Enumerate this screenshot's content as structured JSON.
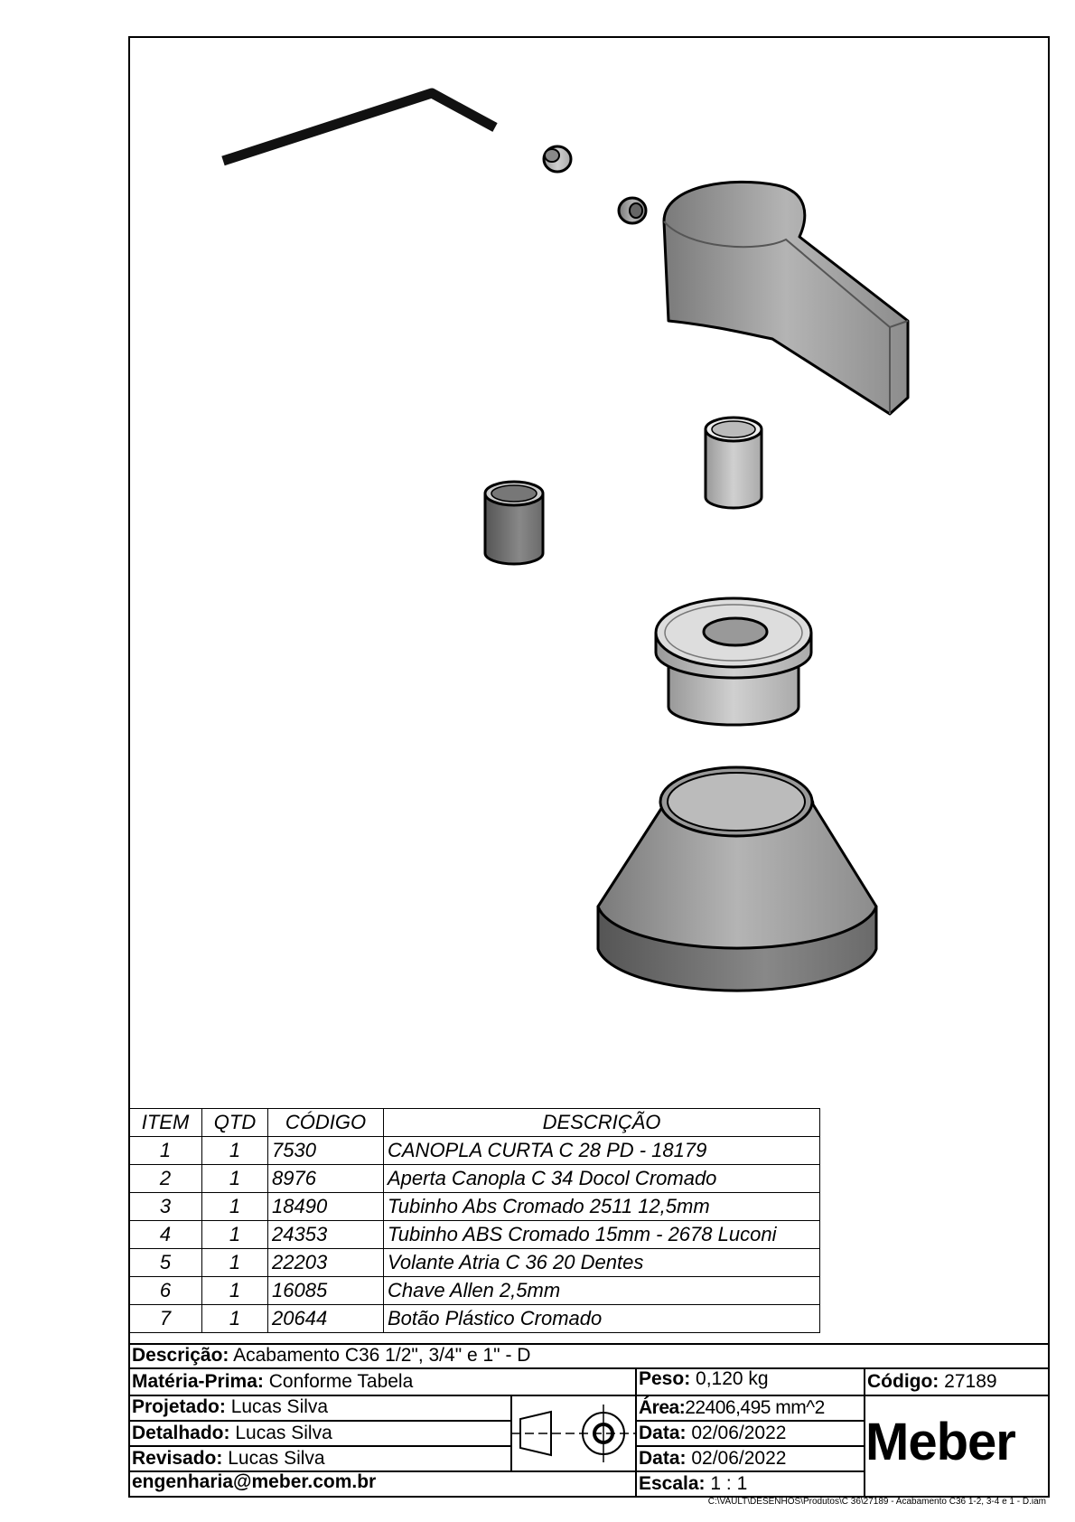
{
  "bom": {
    "headers": {
      "item": "ITEM",
      "qtd": "QTD",
      "codigo": "CÓDIGO",
      "descricao": "DESCRIÇÃO"
    },
    "rows": [
      {
        "item": "1",
        "qtd": "1",
        "codigo": "7530",
        "descricao": "CANOPLA CURTA C 28 PD - 18179"
      },
      {
        "item": "2",
        "qtd": "1",
        "codigo": "8976",
        "descricao": "Aperta Canopla C 34 Docol Cromado"
      },
      {
        "item": "3",
        "qtd": "1",
        "codigo": "18490",
        "descricao": "Tubinho Abs Cromado 2511 12,5mm"
      },
      {
        "item": "4",
        "qtd": "1",
        "codigo": "24353",
        "descricao": "Tubinho ABS Cromado 15mm - 2678 Luconi"
      },
      {
        "item": "5",
        "qtd": "1",
        "codigo": "22203",
        "descricao": "Volante Atria C 36 20 Dentes"
      },
      {
        "item": "6",
        "qtd": "1",
        "codigo": "16085",
        "descricao": "Chave Allen 2,5mm"
      },
      {
        "item": "7",
        "qtd": "1",
        "codigo": "20644",
        "descricao": "Botão Plástico Cromado"
      }
    ]
  },
  "title_block": {
    "descricao_label": "Descrição:",
    "descricao": "Acabamento C36 1/2\", 3/4\" e 1\" - D",
    "materia_label": "Matéria-Prima:",
    "materia": "Conforme Tabela",
    "peso_label": "Peso:",
    "peso": "0,120 kg",
    "codigo_label": "Código:",
    "codigo": "27189",
    "projetado_label": "Projetado:",
    "projetado": "Lucas Silva",
    "detalhado_label": "Detalhado:",
    "detalhado": "Lucas Silva",
    "revisado_label": "Revisado:",
    "revisado": "Lucas Silva",
    "email": "engenharia@meber.com.br",
    "area_label": "Área:",
    "area": "22406,495 mm^2",
    "data1_label": "Data:",
    "data1": "02/06/2022",
    "data2_label": "Data:",
    "data2": "02/06/2022",
    "escala_label": "Escala:",
    "escala": "1 : 1",
    "logo": "Meber"
  },
  "file_path": "C:\\VAULT\\DESENHOS\\Produtos\\C 36\\27189 - Acabamento C36 1-2, 3-4 e 1 - D.iam"
}
